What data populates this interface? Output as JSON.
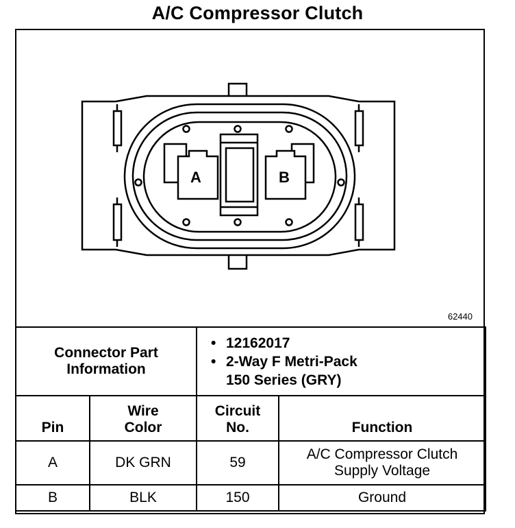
{
  "title": "A/C Compressor Clutch",
  "figure_id": "62440",
  "connector": {
    "pins": [
      {
        "label": "A"
      },
      {
        "label": "B"
      }
    ]
  },
  "part_info": {
    "label_line1": "Connector Part",
    "label_line2": "Information",
    "items": [
      {
        "lines": [
          "12162017"
        ]
      },
      {
        "lines": [
          "2-Way F Metri-Pack",
          "150 Series (GRY)"
        ]
      }
    ]
  },
  "table": {
    "headers": {
      "pin": "Pin",
      "wire_line1": "Wire",
      "wire_line2": "Color",
      "circuit_line1": "Circuit",
      "circuit_line2": "No.",
      "function": "Function"
    },
    "rows": [
      {
        "pin": "A",
        "wire": "DK GRN",
        "circuit": "59",
        "function_line1": "A/C Compressor Clutch",
        "function_line2": "Supply Voltage"
      },
      {
        "pin": "B",
        "wire": "BLK",
        "circuit": "150",
        "function_line1": "Ground",
        "function_line2": ""
      }
    ]
  }
}
